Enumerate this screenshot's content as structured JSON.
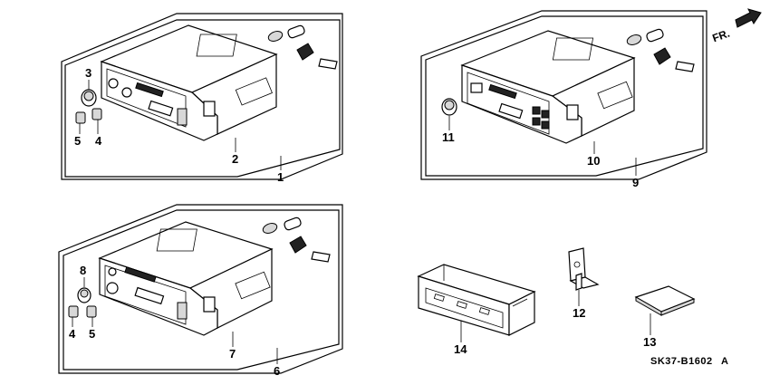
{
  "diagram": {
    "callouts": {
      "c1": "1",
      "c2": "2",
      "c3": "3",
      "c4a": "4",
      "c5a": "5",
      "c4b": "4",
      "c5b": "5",
      "c6": "6",
      "c7": "7",
      "c8": "8",
      "c9": "9",
      "c10": "10",
      "c11": "11",
      "c12": "12",
      "c13": "13",
      "c14": "14"
    },
    "direction_label": "FR.",
    "drawing_code": "SK37-B1602",
    "drawing_suffix": "A"
  }
}
